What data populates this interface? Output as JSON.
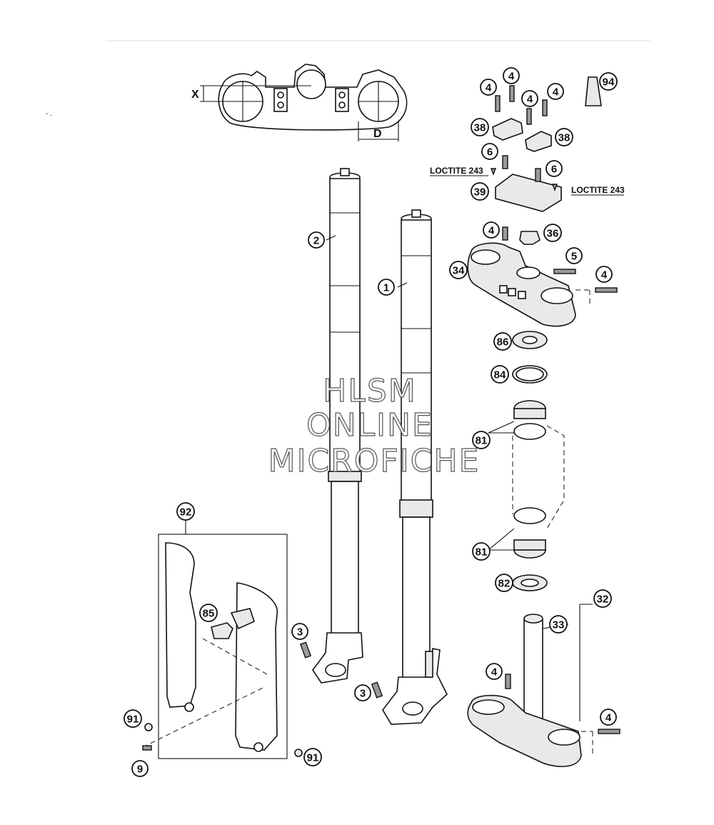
{
  "callouts": [
    {
      "id": "c-1",
      "label": "1"
    },
    {
      "id": "c-2",
      "label": "2"
    },
    {
      "id": "c-3a",
      "label": "3"
    },
    {
      "id": "c-3b",
      "label": "3"
    },
    {
      "id": "c-4a",
      "label": "4"
    },
    {
      "id": "c-4b",
      "label": "4"
    },
    {
      "id": "c-4c",
      "label": "4"
    },
    {
      "id": "c-4d",
      "label": "4"
    },
    {
      "id": "c-4e",
      "label": "4"
    },
    {
      "id": "c-4f",
      "label": "4"
    },
    {
      "id": "c-4g",
      "label": "4"
    },
    {
      "id": "c-4h",
      "label": "4"
    },
    {
      "id": "c-5",
      "label": "5"
    },
    {
      "id": "c-6a",
      "label": "6"
    },
    {
      "id": "c-6b",
      "label": "6"
    },
    {
      "id": "c-9",
      "label": "9"
    },
    {
      "id": "c-32",
      "label": "32"
    },
    {
      "id": "c-33",
      "label": "33"
    },
    {
      "id": "c-34",
      "label": "34"
    },
    {
      "id": "c-36",
      "label": "36"
    },
    {
      "id": "c-38a",
      "label": "38"
    },
    {
      "id": "c-38b",
      "label": "38"
    },
    {
      "id": "c-39",
      "label": "39"
    },
    {
      "id": "c-81a",
      "label": "81"
    },
    {
      "id": "c-81b",
      "label": "81"
    },
    {
      "id": "c-82",
      "label": "82"
    },
    {
      "id": "c-84",
      "label": "84"
    },
    {
      "id": "c-85",
      "label": "85"
    },
    {
      "id": "c-86",
      "label": "86"
    },
    {
      "id": "c-91a",
      "label": "91"
    },
    {
      "id": "c-91b",
      "label": "91"
    },
    {
      "id": "c-92",
      "label": "92"
    },
    {
      "id": "c-94",
      "label": "94"
    }
  ],
  "annotations": {
    "loctite_left": "LOCTITE 243",
    "loctite_right": "LOCTITE 243",
    "dim_x": "X",
    "dim_d": "D"
  },
  "watermark": {
    "line1": "HLSM",
    "line2": "ONLINE",
    "line3": "MICROFICHE"
  }
}
